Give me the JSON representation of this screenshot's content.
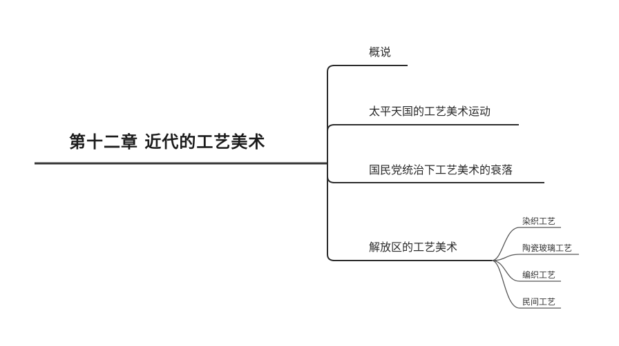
{
  "root": {
    "label": "第十二章 近代的工艺美术"
  },
  "branches": [
    {
      "label": "概说",
      "children": []
    },
    {
      "label": "太平天国的工艺美术运动",
      "children": []
    },
    {
      "label": "国民党统治下工艺美术的衰落",
      "children": []
    },
    {
      "label": "解放区的工艺美术",
      "children": [
        {
          "label": "染织工艺"
        },
        {
          "label": "陶瓷玻璃工艺"
        },
        {
          "label": "编织工艺"
        },
        {
          "label": "民间工艺"
        }
      ]
    }
  ],
  "colors": {
    "root_line": "#333333",
    "branch_line": "#2b2b2b",
    "accent": "#5a2a1f",
    "leaf_line": "#555555"
  }
}
